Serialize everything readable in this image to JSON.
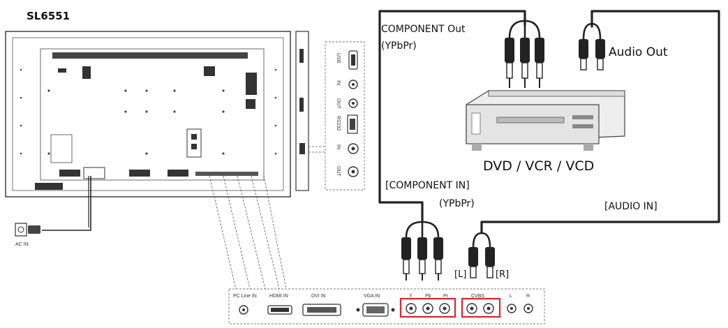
{
  "model": "SL6551",
  "component_out_label": "COMPONENT Out",
  "component_out_sub": "(YPbPr)",
  "audio_out_label": "Audio Out",
  "device_label": "DVD / VCR / VCD",
  "component_in_label": "[COMPONENT IN]",
  "component_in_sub": "(YPbPr)",
  "audio_in_label": "[AUDIO IN]",
  "left_label": "[L]",
  "right_label": "[R]",
  "power_label": "AC IN",
  "side_panel": {
    "usb": "USB",
    "ir_in": "IN",
    "ir_out": "OUT",
    "rs232": "RS232",
    "audio_in": "IN",
    "audio_out": "OUT"
  },
  "bottom_ports": {
    "pc_line_in": "PC Line IN",
    "hdmi_in": "HDMI IN",
    "dvi_in": "DVI IN",
    "vga_in": "VGA IN",
    "y": "Y",
    "pb": "Pb",
    "pr": "Pr",
    "cvbs": "CVBS",
    "l": "L",
    "r": "R"
  },
  "colors": {
    "line": "#222222",
    "highlight": "#d7262e",
    "device_fill": "#e4e4e4"
  }
}
